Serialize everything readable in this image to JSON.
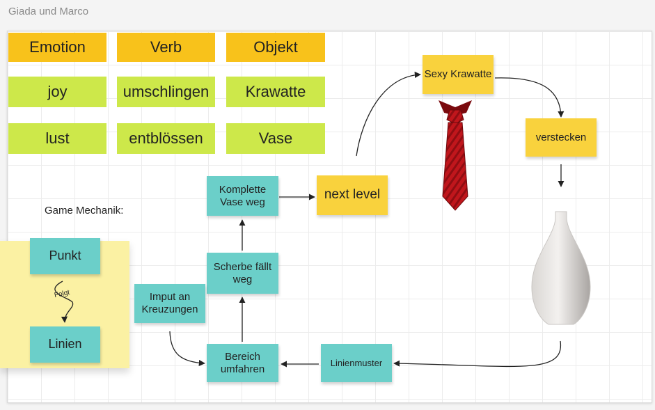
{
  "board": {
    "title": "Giada und Marco"
  },
  "grid": {
    "headers": [
      "Emotion",
      "Verb",
      "Objekt"
    ],
    "row1": [
      "joy",
      "umschlingen",
      "Krawatte"
    ],
    "row2": [
      "lust",
      "entblössen",
      "Vase"
    ]
  },
  "game_mechanik_label": "Game Mechanik:",
  "legend": {
    "punkt": "Punkt",
    "folgt": "Folgt",
    "linien": "Linien"
  },
  "flow": {
    "komplette": "Komplette Vase weg",
    "next_level": "next level",
    "scherbe": "Scherbe fällt weg",
    "imput": "Imput an Kreuzungen",
    "bereich": "Bereich umfahren",
    "linienmuster": "Linienmuster",
    "sexy": "Sexy Krawatte",
    "verstecken": "verstecken"
  },
  "images": [
    "tie-image",
    "vase-image"
  ],
  "colors": {
    "header_orange": "#f8c21b",
    "lime": "#cde84a",
    "teal": "#6bcfc9",
    "yellow": "#f9d23d",
    "pale_yellow": "#fbf1a3"
  }
}
